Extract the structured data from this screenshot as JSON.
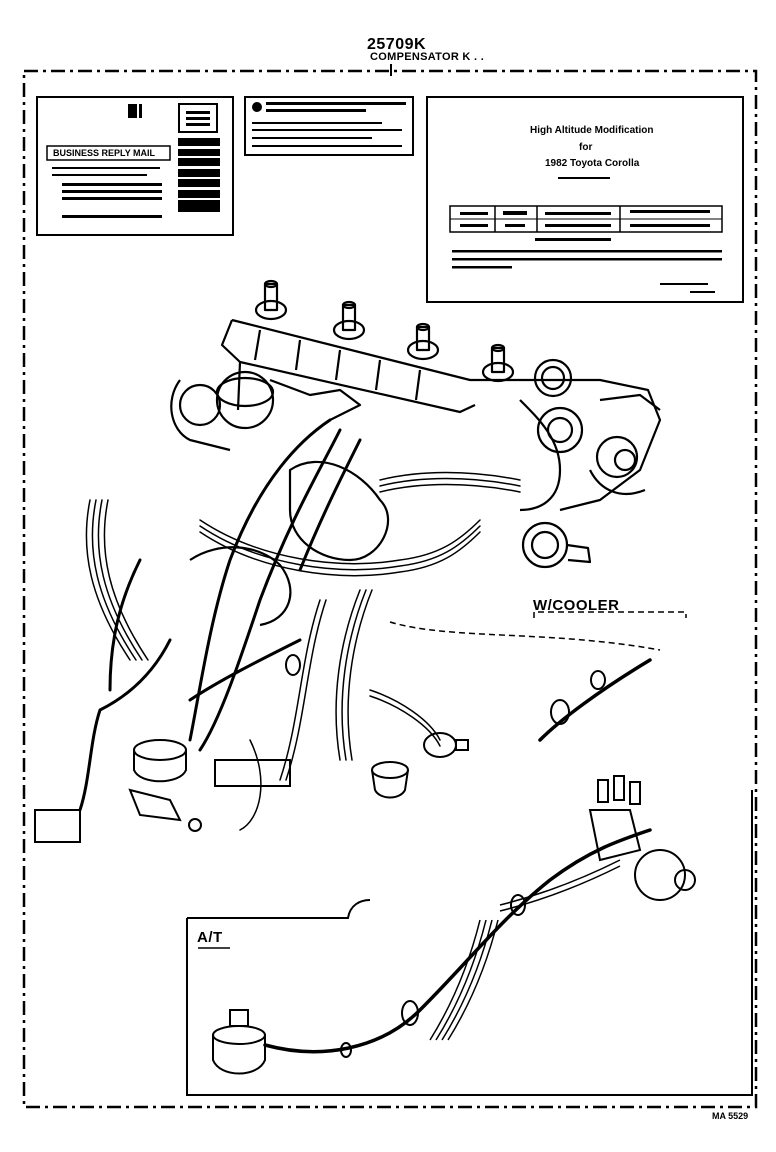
{
  "header": {
    "part_number": "25709K",
    "part_name": "COMPENSATOR K . ."
  },
  "callouts": {
    "with_cooler": "W/COOLER",
    "automatic_transmission": "A/T"
  },
  "footer": {
    "drawing_code": "MA 5529"
  },
  "cards": {
    "reply_mail": {
      "title": "BUSINESS REPLY MAIL"
    },
    "notice": {
      "title": "High Altitude Modification",
      "line2": "for",
      "line3": "1982 Toyota Corolla"
    }
  }
}
